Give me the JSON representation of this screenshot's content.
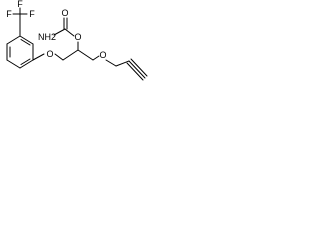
{
  "molecule": {
    "atoms": {
      "f_left": "F",
      "f_mid": "F",
      "f_top": "F",
      "nh2": "NH2",
      "o_carbonyl": "O",
      "o_ester": "O",
      "o_aryl_ether": "O",
      "o_propargyl_ether": "O"
    }
  }
}
